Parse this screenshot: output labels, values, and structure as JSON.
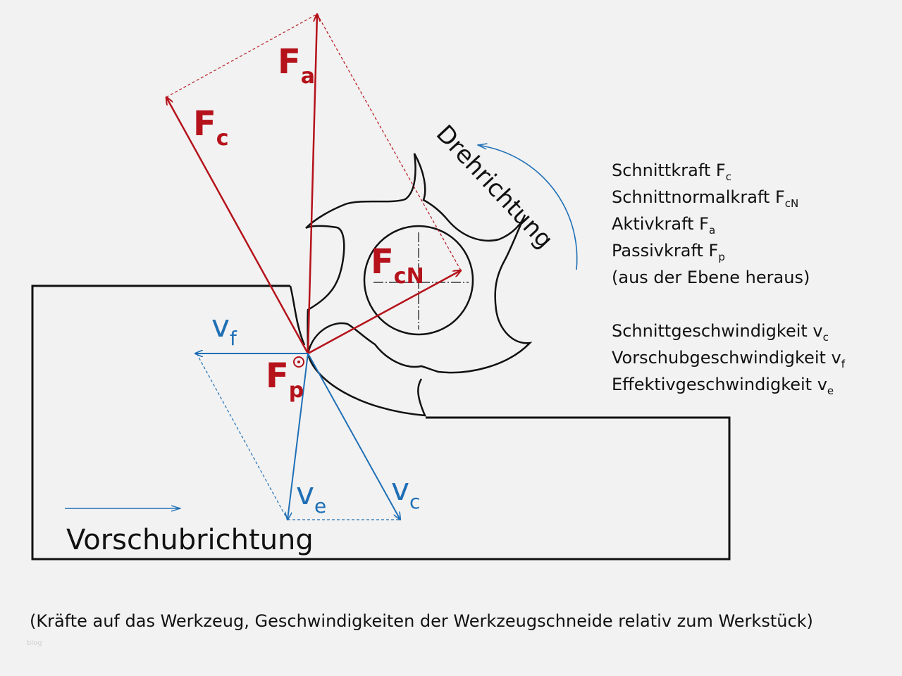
{
  "labels": {
    "Fa": {
      "main": "F",
      "sub": "a"
    },
    "Fc": {
      "main": "F",
      "sub": "c"
    },
    "FcN": {
      "main": "F",
      "sub": "cN"
    },
    "Fp": {
      "main": "F",
      "sub": "p"
    },
    "vf": {
      "main": "v",
      "sub": "f"
    },
    "ve": {
      "main": "v",
      "sub": "e"
    },
    "vc": {
      "main": "v",
      "sub": "c"
    }
  },
  "rotation_direction": "Drehrichtung",
  "feed_direction": "Vorschubrichtung",
  "legend": {
    "forces": [
      {
        "text": "Schnittkraft F",
        "sub": "c"
      },
      {
        "text": "Schnittnormalkraft F",
        "sub": "cN"
      },
      {
        "text": "Aktivkraft F",
        "sub": "a"
      },
      {
        "text": "Passivkraft F",
        "sub": "p"
      }
    ],
    "forces_note": "(aus der Ebene heraus)",
    "speeds": [
      {
        "text": "Schnittgeschwindigkeit v",
        "sub": "c"
      },
      {
        "text": "Vorschubgeschwindigkeit v",
        "sub": "f"
      },
      {
        "text": "Effektivgeschwindigkeit v",
        "sub": "e"
      }
    ]
  },
  "caption": "(Kräfte auf das Werkzeug, Geschwindigkeiten der Werkzeugschneide relativ zum Werkstück)",
  "watermark": "blog",
  "colors": {
    "force": "#b5121b",
    "speed": "#1f6fb5",
    "line": "#111111"
  }
}
